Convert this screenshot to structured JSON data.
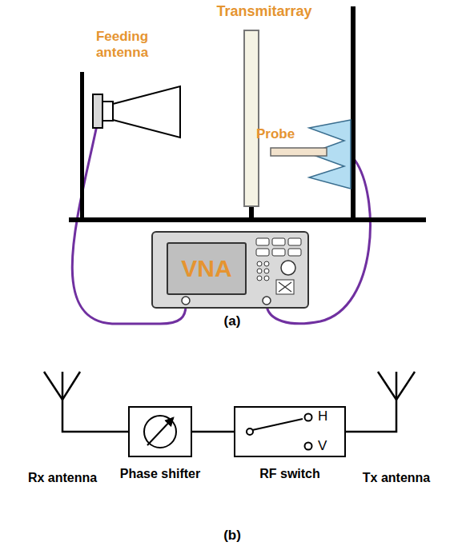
{
  "diagram": {
    "nodes": [
      {
        "text": [
          "VNA"
        ]
      },
      {
        "text": [
          "Phase shifter"
        ]
      },
      {
        "text": [
          "RF switch"
        ]
      }
    ],
    "edges": [
      {
        "from": 1,
        "to": 2,
        "arrow": "none"
      }
    ],
    "labels": [
      "Transmitarray",
      "Feeding antenna",
      "Probe",
      "(a)",
      "Rx antenna",
      "H",
      "V",
      "Tx antenna",
      "(b)"
    ]
  }
}
